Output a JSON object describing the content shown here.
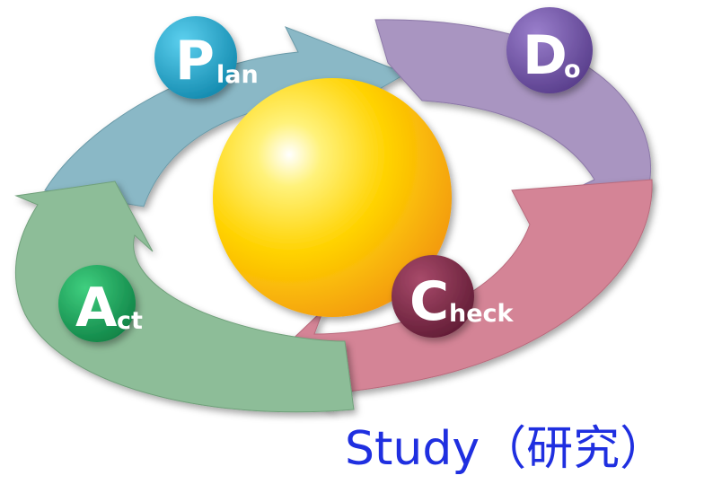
{
  "phases": {
    "plan": {
      "letter": "P",
      "rest": "lan",
      "circle_color": "#1aa0c8",
      "arrow_color": "#8ab8c6"
    },
    "do": {
      "letter": "D",
      "rest": "o",
      "circle_color": "#6f4fa4",
      "arrow_color": "#a995c1"
    },
    "check": {
      "letter": "C",
      "rest": "heck",
      "circle_color": "#7d2a46",
      "arrow_color": "#d48496"
    },
    "act": {
      "letter": "A",
      "rest": "ct",
      "circle_color": "#17a35a",
      "arrow_color": "#8dbd98"
    }
  },
  "center_sphere_color": "#ffd200",
  "caption": "Study（研究）",
  "caption_color": "#1f2fe0"
}
